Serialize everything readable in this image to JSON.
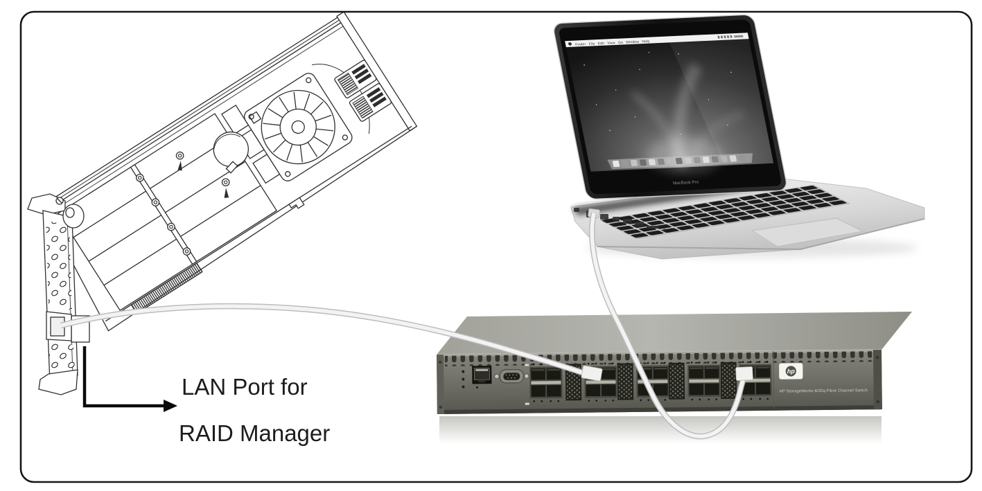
{
  "scene": {
    "background": "#ffffff",
    "frame_border_color": "#161616"
  },
  "annotation": {
    "line1": "LAN Port for",
    "line2": "RAID Manager",
    "text_color": "#1c1c1c",
    "arrow_color": "#0a0a0a"
  },
  "raid_card": {
    "name": "raid-adapter-card-line-drawing",
    "line_color": "#2e2e2e",
    "features": [
      "mounting-bracket",
      "lan-port",
      "cooling-fan",
      "coin-battery",
      "memory-slats",
      "pcie-edge-connector",
      "power-connectors"
    ]
  },
  "laptop": {
    "name": "macbook-pro",
    "brand_label": "MacBook Pro",
    "menu_bar_text": "Finder File Edit View Go Window Help",
    "body_color": "#d9d9d9",
    "screen_bezel_color": "#0d0d0d"
  },
  "fc_switch": {
    "name": "hp-storageworks-fibre-channel-switch",
    "logo_text": "hp",
    "model_label": "HP StorageWorks 8/20q Fibre Channel Switch",
    "chassis_color": "#76766f",
    "sfp_port_groups": 5,
    "management_ports": [
      "ethernet",
      "serial-db9"
    ]
  },
  "cables": {
    "color": "#f3f3f3",
    "outline_color": "#bcbcbc",
    "connections": [
      {
        "from": "raid-card-lan-port",
        "to": "switch-port-group-2"
      },
      {
        "from": "laptop-left-side-port",
        "to": "switch-port-group-5"
      }
    ]
  }
}
